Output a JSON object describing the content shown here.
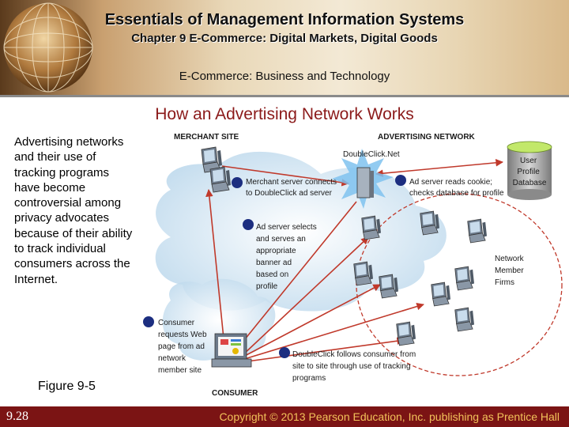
{
  "header": {
    "title": "Essentials of Management Information Systems",
    "subtitle": "Chapter 9 E-Commerce: Digital Markets, Digital Goods",
    "section": "E-Commerce: Business and Technology"
  },
  "slide": {
    "title": "How an Advertising Network Works",
    "body": "Advertising networks and their use of tracking programs have become controversial among privacy advocates because of their ability to track individual consumers across the Internet.",
    "figure_label": "Figure 9-5"
  },
  "diagram": {
    "merchant_site": "MERCHANT SITE",
    "advertising_network": "ADVERTISING NETWORK",
    "consumer": "CONSUMER",
    "doubleclick": "DoubleClick.Net",
    "database": [
      "User",
      "Profile",
      "Database"
    ],
    "network_member_firms": [
      "Network",
      "Member",
      "Firms"
    ],
    "step_server_connects": [
      "Merchant server connects",
      "to DoubleClick ad server"
    ],
    "step_ad_server_reads": [
      "Ad server reads cookie;",
      "checks database for profile"
    ],
    "step_ad_server_selects": [
      "Ad server selects",
      "and serves an",
      "appropriate",
      "banner ad",
      "based on",
      "profile"
    ],
    "step_consumer_requests": [
      "Consumer",
      "requests Web",
      "page from ad",
      "network",
      "member site"
    ],
    "step_doubleclick_follows": [
      "DoubleClick follows consumer from",
      "site to site through use of tracking",
      "programs"
    ]
  },
  "footer": {
    "slide_number": "9.28",
    "copyright": "Copyright © 2013 Pearson Education, Inc. publishing as Prentice Hall"
  },
  "colors": {
    "title": "#8b1a1a",
    "footer_bg": "#7b1414",
    "footer_text": "#f2c25a",
    "arrow": "#c0392b",
    "bullet": "#1c2e80"
  }
}
